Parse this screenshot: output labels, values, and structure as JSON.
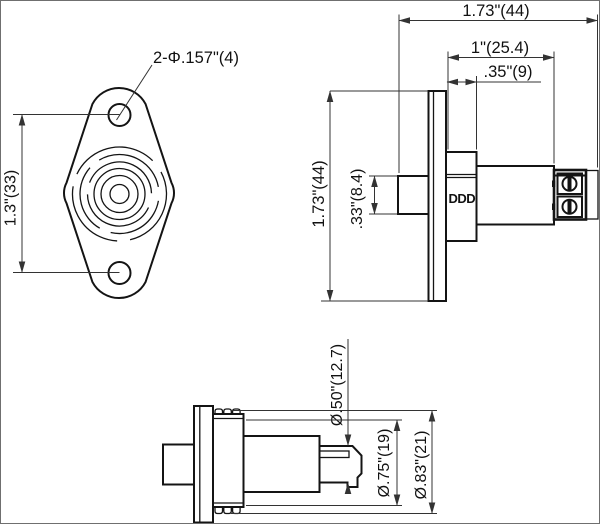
{
  "drawing": {
    "background": "#ffffff",
    "ink_color": "#141414",
    "dim_color": "#333333",
    "front_view": {
      "holes_label": "2-Φ.157\"(4)",
      "height_label": "1.3\"(33)"
    },
    "side_view": {
      "overall_width_label": "1.73\"(44)",
      "body_width_label": "1\"(25.4)",
      "bushing_width_label": ".35\"(9)",
      "flange_height_label": "1.73\"(44)",
      "stub_height_label": ".33\"(8.4)",
      "serration_marks": "DDD"
    },
    "bottom_view": {
      "tip_diameter_label": "Ø.50\"(12.7)",
      "body_diameter_label": "Ø.75\"(19)",
      "outer_diameter_label": "Ø.83\"(21)"
    }
  }
}
